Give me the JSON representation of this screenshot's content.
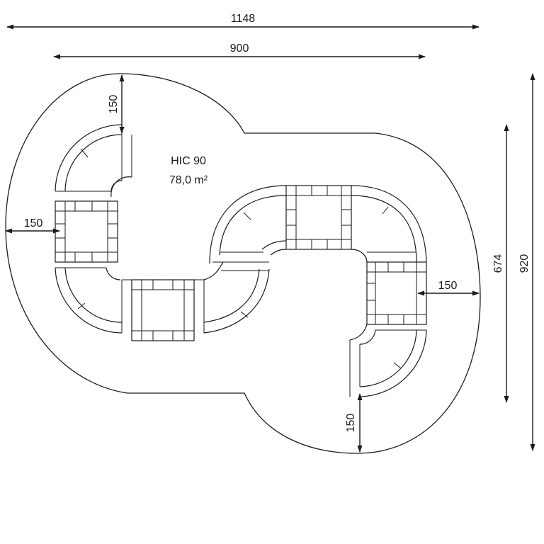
{
  "area_label": {
    "hic": "HIC 90",
    "area": "78,0 m²"
  },
  "dimensions": {
    "overall_width": "1148",
    "inner_width": "900",
    "inner_height": "674",
    "overall_height": "920",
    "margin_top": "150",
    "margin_left": "150",
    "margin_right": "150",
    "margin_bottom": "150"
  },
  "colors": {
    "line": "#1a1a1a",
    "background": "#ffffff"
  }
}
